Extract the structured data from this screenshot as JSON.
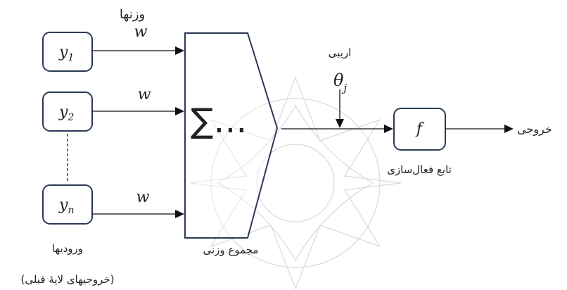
{
  "inputs": [
    {
      "symbol": "y",
      "subscript": "1"
    },
    {
      "symbol": "y",
      "subscript": "2"
    },
    {
      "symbol": "y",
      "subscript": "n"
    }
  ],
  "weights_title": "وزنها",
  "weight_symbol": "w",
  "sum_symbol": "∑…",
  "sum_label": "مجموع وزنی",
  "bias_label": "اریبی",
  "bias_symbol": "θ",
  "bias_subscript": "j",
  "activation_symbol": "f",
  "activation_label": "تابع فعال‌سازی",
  "output_label": "خروجی",
  "inputs_label": "ورودیها",
  "inputs_sublabel": "(خروجیهای لایهٔ قبلی)"
}
